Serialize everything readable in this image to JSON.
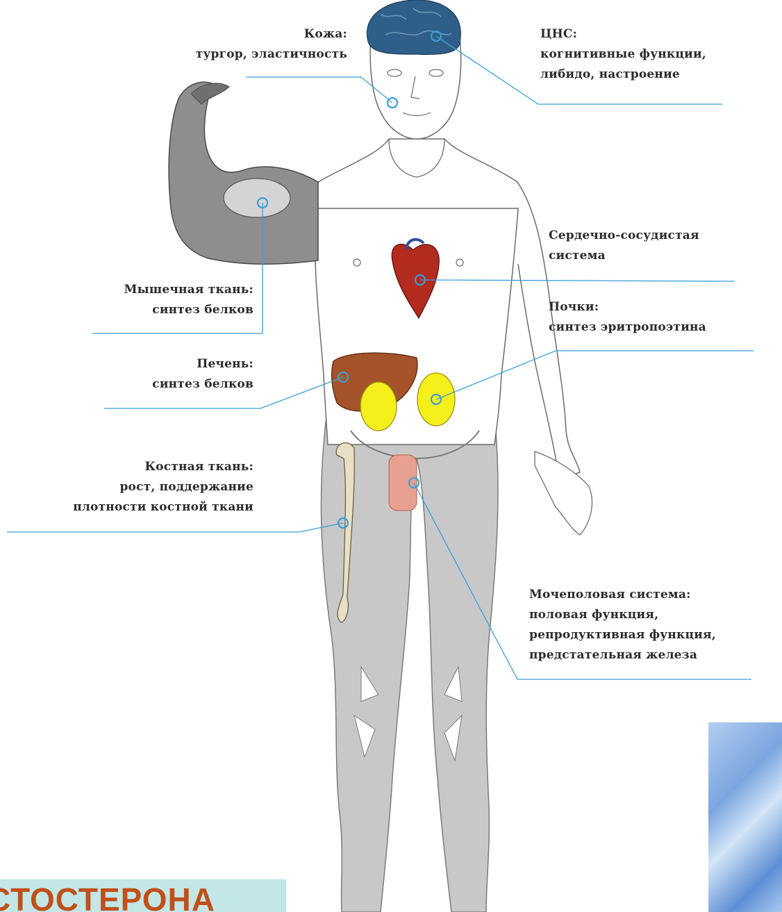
{
  "labels": {
    "skin": {
      "title": "Кожа:",
      "line2": "тургор, эластичность"
    },
    "cns": {
      "title": "ЦНС:",
      "line2": "когнитивные функции,",
      "line3": "либидо, настроение"
    },
    "cardio": {
      "title": "Сердечно-сосудистая",
      "line2": "система"
    },
    "muscle": {
      "title": "Мышечная ткань:",
      "line2": "синтез белков"
    },
    "kidneys": {
      "title": "Почки:",
      "line2": "синтез эритропоэтина"
    },
    "liver": {
      "title": "Печень:",
      "line2": "синтез белков"
    },
    "bone": {
      "title": "Костная ткань:",
      "line2": "рост, поддержание",
      "line3": "плотности костной ткани"
    },
    "urogenital": {
      "title": "Мочеполовая система:",
      "line2": "половая функция,",
      "line3": "репродуктивная функция,",
      "line4": "предстательная железа"
    }
  },
  "banner": {
    "text": "СТОСТЕРОНА"
  },
  "colors": {
    "leader": "#3a9fd8",
    "banner_bg": "#c3e6e6",
    "banner_text": "#c0501a",
    "brain": "#2f5f88",
    "heart": "#b32a1f",
    "liver": "#a5532a",
    "kidney": "#f5ef1c",
    "leg": "#c8c8c8",
    "muscle": "#8e8e8e"
  }
}
